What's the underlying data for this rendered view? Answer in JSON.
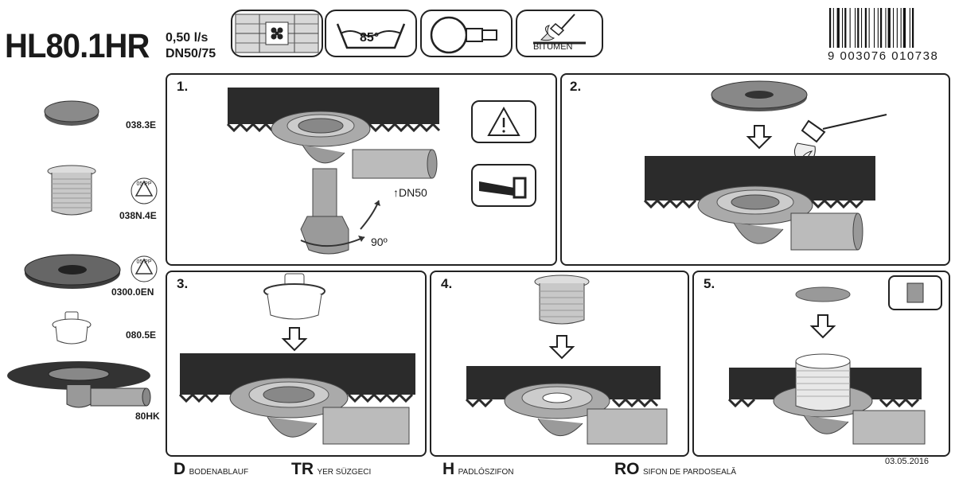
{
  "header": {
    "model": "HL80.1HR",
    "flow_rate": "0,50 l/s",
    "dimension": "DN50/75",
    "icons": [
      {
        "name": "tile-grid-icon"
      },
      {
        "name": "temperature-85-icon",
        "label": "85°"
      },
      {
        "name": "pipe-connection-icon"
      },
      {
        "name": "bitumen-torch-icon",
        "label": "BITUMEN"
      }
    ],
    "barcode_number": "9 003076 010738"
  },
  "parts": [
    {
      "code": "038.3E",
      "icon": "grate-cover-icon"
    },
    {
      "code": "038N.4E",
      "icon": "extension-ring-icon",
      "recycle": "05 PP"
    },
    {
      "code": "0300.0EN",
      "icon": "flange-disc-icon",
      "recycle": "05 PP"
    },
    {
      "code": "080.5E",
      "icon": "odour-trap-icon"
    },
    {
      "code": "80HK",
      "icon": "drain-body-icon"
    }
  ],
  "steps": [
    {
      "number": "1.",
      "annotations": {
        "dn": "↑DN50",
        "angle": "90º"
      },
      "icons": [
        "warning-icon",
        "saw-icon"
      ]
    },
    {
      "number": "2."
    },
    {
      "number": "3."
    },
    {
      "number": "4."
    },
    {
      "number": "5.",
      "icons": [
        "tile-square-icon"
      ]
    }
  ],
  "legend": [
    {
      "letter": "D",
      "text": "BODENABLAUF"
    },
    {
      "letter": "TR",
      "text": "YER SÜZGECI"
    },
    {
      "letter": "H",
      "text": "PADLÓSZIFON"
    },
    {
      "letter": "RO",
      "text": "SIFON DE PARDOSEALĂ"
    }
  ],
  "date": "03.05.2016",
  "colors": {
    "ink": "#1a1a1a",
    "slab": "#2b2b2b",
    "metal": "#9a9a9a"
  }
}
